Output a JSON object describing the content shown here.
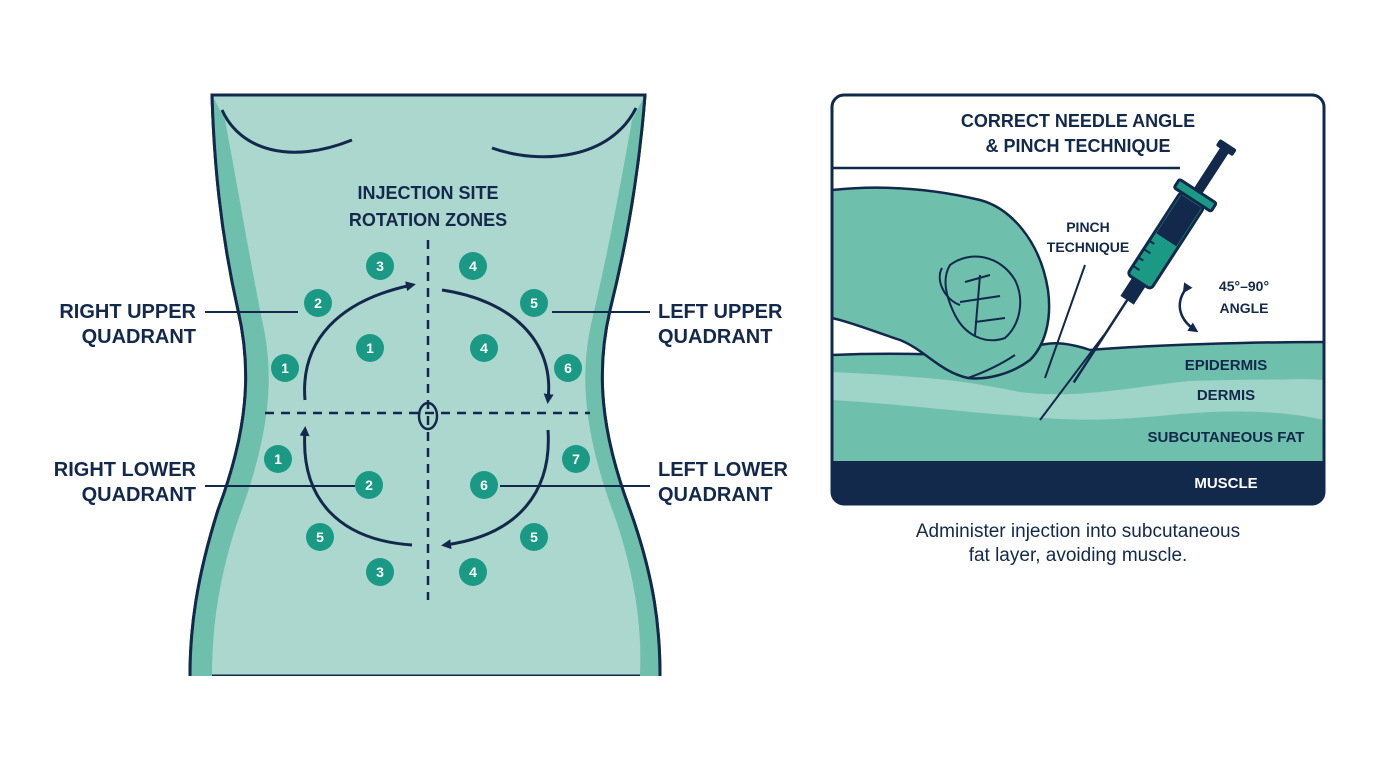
{
  "torso": {
    "title_line1": "INJECTION SITE",
    "title_line2": "ROTATION ZONES",
    "right_upper": [
      "RIGHT UPPER",
      "QUADRANT"
    ],
    "left_upper": [
      "LEFT UPPER",
      "QUADRANT"
    ],
    "right_lower": [
      "RIGHT LOWER",
      "QUADRANT"
    ],
    "left_lower": [
      "LEFT LOWER",
      "QUADRANT"
    ],
    "zones": [
      {
        "id": "ru-1",
        "label": "1",
        "quadrant": "right-upper"
      },
      {
        "id": "ru-2",
        "label": "2",
        "quadrant": "right-upper"
      },
      {
        "id": "ru-3",
        "label": "3",
        "quadrant": "right-upper"
      },
      {
        "id": "ru-inner-1",
        "label": "1",
        "quadrant": "right-upper"
      },
      {
        "id": "lu-4",
        "label": "4",
        "quadrant": "left-upper"
      },
      {
        "id": "lu-5",
        "label": "5",
        "quadrant": "left-upper"
      },
      {
        "id": "lu-6",
        "label": "6",
        "quadrant": "left-upper"
      },
      {
        "id": "lu-inner-4",
        "label": "4",
        "quadrant": "left-upper"
      },
      {
        "id": "rl-1",
        "label": "1",
        "quadrant": "right-lower"
      },
      {
        "id": "rl-inner-2",
        "label": "2",
        "quadrant": "right-lower"
      },
      {
        "id": "rl-5",
        "label": "5",
        "quadrant": "right-lower"
      },
      {
        "id": "rl-3",
        "label": "3",
        "quadrant": "right-lower"
      },
      {
        "id": "ll-7",
        "label": "7",
        "quadrant": "left-lower"
      },
      {
        "id": "ll-inner-6",
        "label": "6",
        "quadrant": "left-lower"
      },
      {
        "id": "ll-5",
        "label": "5",
        "quadrant": "left-lower"
      },
      {
        "id": "ll-4",
        "label": "4",
        "quadrant": "left-lower"
      }
    ]
  },
  "panel": {
    "title_line1": "CORRECT NEEDLE ANGLE",
    "title_line2": "& PINCH TECHNIQUE",
    "pinch_line1": "PINCH",
    "pinch_line2": "TECHNIQUE",
    "angle_line1": "45°–90°",
    "angle_line2": "ANGLE",
    "layers": {
      "epidermis": "EPIDERMIS",
      "dermis": "DERMIS",
      "fat": "SUBCUTANEOUS FAT",
      "muscle": "MUSCLE"
    }
  },
  "caption": {
    "line1": "Administer injection into subcutaneous",
    "line2": "fat layer, avoiding muscle."
  },
  "colors": {
    "navy": "#13294b",
    "teal": "#1a9a85",
    "body_light": "#acd7cf",
    "body_side": "#6fbfad",
    "dermis": "#9fd4c8",
    "fat": "#6fbfad"
  }
}
